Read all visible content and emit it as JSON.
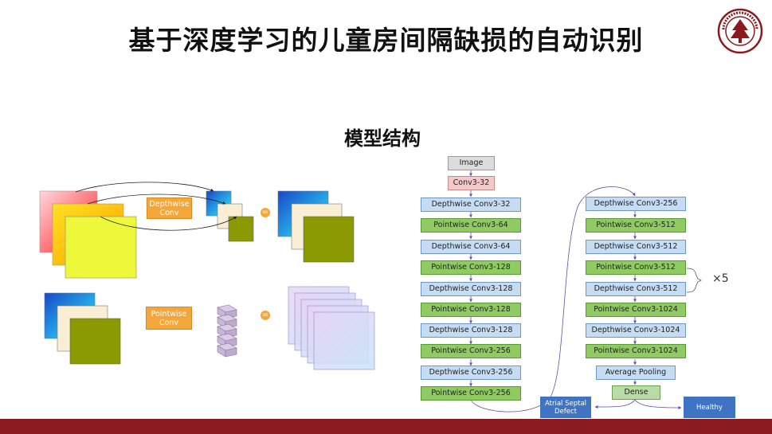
{
  "slide": {
    "title": "基于深度学习的儿童房间隔缺损的自动识别",
    "subtitle": "模型结构"
  },
  "logo": {
    "text": "EAST CHINA NORMAL UNIVERSITY",
    "color": "#8b1a1f"
  },
  "left_diagram": {
    "depthwise_label": "Depthwise\nConv",
    "pointwise_label": "Pointwise\nConv",
    "equals": "="
  },
  "network": {
    "column1": [
      {
        "label": "Image",
        "kind": "img"
      },
      {
        "label": "Conv3-32",
        "kind": "c32"
      },
      {
        "label": "Depthwise Conv3-32",
        "kind": "dw"
      },
      {
        "label": "Pointwise Conv3-64",
        "kind": "pw"
      },
      {
        "label": "Depthwise Conv3-64",
        "kind": "dw"
      },
      {
        "label": "Pointwise Conv3-128",
        "kind": "pw"
      },
      {
        "label": "Depthwise Conv3-128",
        "kind": "dw"
      },
      {
        "label": "Pointwise Conv3-128",
        "kind": "pw"
      },
      {
        "label": "Depthwise Conv3-128",
        "kind": "dw"
      },
      {
        "label": "Pointwise Conv3-256",
        "kind": "pw"
      },
      {
        "label": "Depthwise Conv3-256",
        "kind": "dw"
      },
      {
        "label": "Pointwise Conv3-256",
        "kind": "pw"
      }
    ],
    "column2": [
      {
        "label": "Depthwise Conv3-256",
        "kind": "dw"
      },
      {
        "label": "Pointwise Conv3-512",
        "kind": "pw"
      },
      {
        "label": "Depthwise Conv3-512",
        "kind": "dw"
      },
      {
        "label": "Pointwise Conv3-512",
        "kind": "pw"
      },
      {
        "label": "Depthwise Conv3-512",
        "kind": "dw"
      },
      {
        "label": "Pointwise Conv3-1024",
        "kind": "pw"
      },
      {
        "label": "Depthwise Conv3-1024",
        "kind": "dw"
      },
      {
        "label": "Pointwise Conv3-1024",
        "kind": "pw"
      },
      {
        "label": "Average Pooling",
        "kind": "avg"
      },
      {
        "label": "Dense",
        "kind": "dense"
      }
    ],
    "repeat_label": "×5",
    "outputs": {
      "left": "Atrial Septal\nDefect",
      "right": "Healthy"
    }
  }
}
